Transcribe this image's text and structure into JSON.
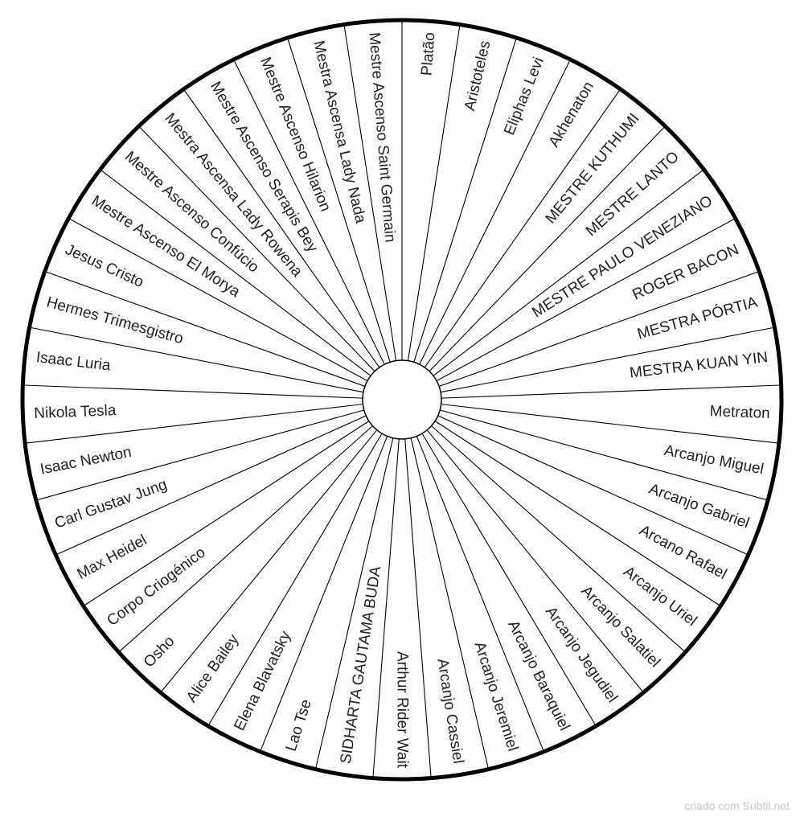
{
  "wheel": {
    "labels": [
      "Platão",
      "Aristoteles",
      "Eliphas Levi",
      "Akhenaton",
      "MESTRE KUTHUMI",
      "MESTRE LANTO",
      "MESTRE PAULO VENEZIANO",
      "ROGER BACON",
      "MESTRA PÓRTIA",
      "MESTRA KUAN YIN",
      "Metraton",
      "Arcanjo Miguel",
      "Arcanjo Gabriel",
      "Arcano Rafael",
      "Arcanjo Uriel",
      "Arcanjo Salatiel",
      "Arcanjo Jegudiel",
      "Arcanjo Baraquiel",
      "Arcanjo Jeremiel",
      "Arcanjo Cassiel",
      "Arthur Rider Wait",
      "SIDHARTA GAUTAMA BUDA",
      "Lao Tse",
      "Elena Blavatsky",
      "Alice Bailey",
      "Osho",
      "Corpo Criogénico",
      "Max Heidel",
      "Carl Gustav Jung",
      "Isaac Newton",
      "Nikola Tesla",
      "Isaac Luria",
      "Hermes Trimesgistro",
      "Jesus Cristo",
      "Mestre Ascenso El Morya",
      "Mestre Ascenso Confúcio",
      "Mestra Ascensa Lady Rowena",
      "Mestre Ascenso Serapis Bey",
      "Mestre Ascenso Hilarion",
      "Mestra Ascensa Lady Nada",
      "Mestre Ascenso Saint Germain"
    ],
    "line_color": "#000000",
    "text_color": "#222222"
  },
  "footer": {
    "credit": "criado com Subtil.net"
  }
}
